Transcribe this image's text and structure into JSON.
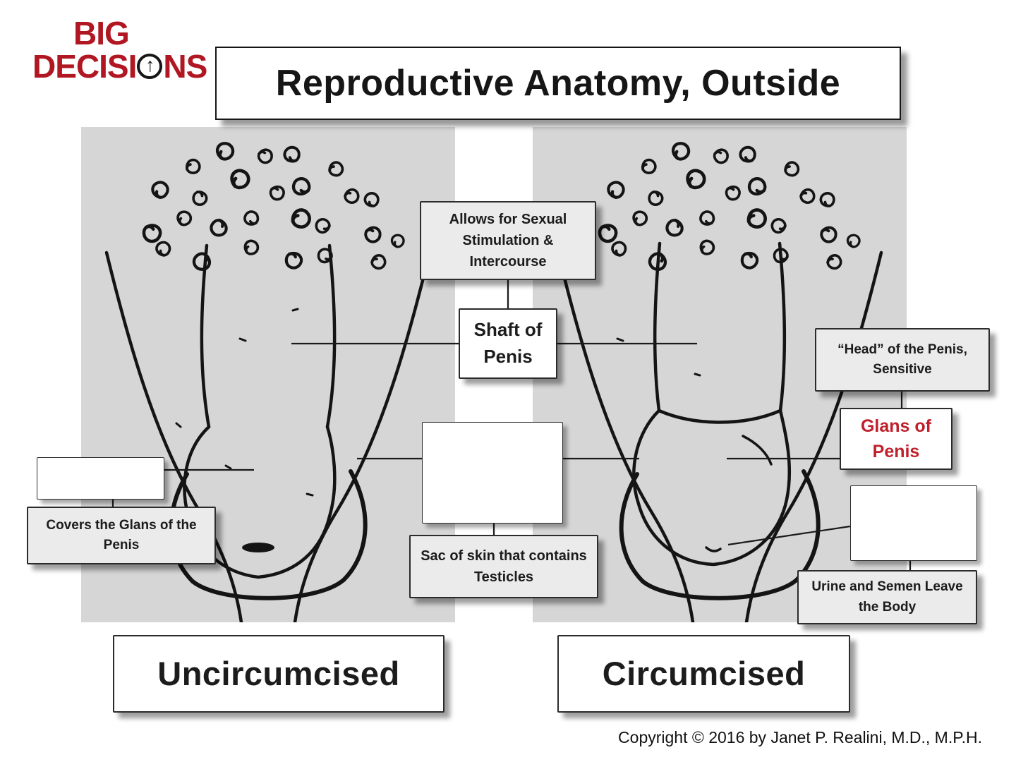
{
  "colors": {
    "brand_red": "#b01722",
    "glans_red": "#c0202c",
    "panel_gray": "#d6d6d6",
    "box_gray": "#ebebeb"
  },
  "logo": {
    "line1": "BIG",
    "line2_pre": "DECISI",
    "line2_post": "NS",
    "arrow_glyph": "↑"
  },
  "header": {
    "title": "Reproductive Anatomy, Outside"
  },
  "labels": {
    "stimulation": "Allows for Sexual Stimulation & Intercourse",
    "shaft": "Shaft of Penis",
    "head": "“Head” of the Penis, Sensitive",
    "glans": "Glans of Penis",
    "foreskin_function": "Covers the Glans of the Penis",
    "scrotum_function": "Sac of skin that contains Testicles",
    "urethra_function": "Urine and Semen Leave the Body"
  },
  "captions": {
    "left": "Uncircumcised",
    "right": "Circumcised"
  },
  "footer": {
    "copyright": "Copyright © 2016 by Janet P. Realini, M.D., M.P.H."
  }
}
